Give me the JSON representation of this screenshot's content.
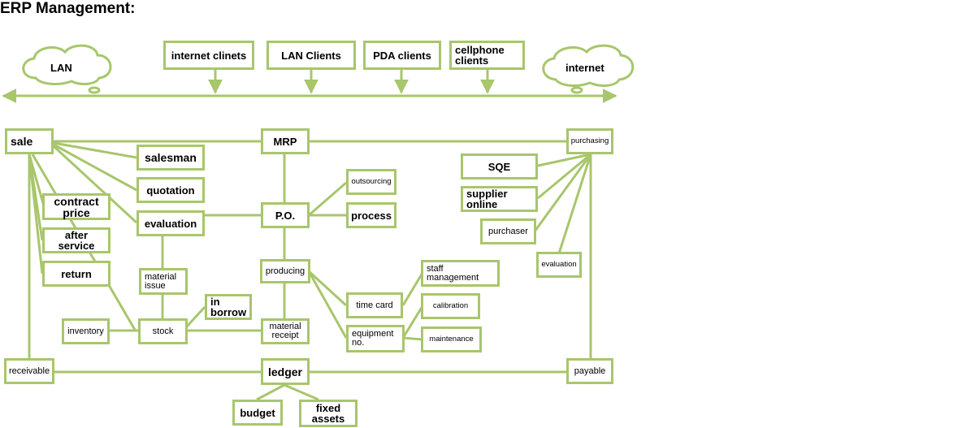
{
  "title": "ERP Management:",
  "network": {
    "clouds": {
      "lan": "LAN",
      "internet": "internet"
    },
    "clients": {
      "internet": "internet clinets",
      "lan": "LAN Clients",
      "pda": "PDA clients",
      "cellphone": "cellphone\nclients"
    }
  },
  "modules": {
    "sale": "sale",
    "salesman": "salesman",
    "quotation": "quotation",
    "evaluation_sale": "evaluation",
    "contract_price": "contract\nprice",
    "after_service": "after\nservice",
    "return": "return",
    "mrp": "MRP",
    "po": "P.O.",
    "outsourcing": "outsourcing",
    "process": "process",
    "producing": "producing",
    "material_issue": "material\nissue",
    "inventory": "inventory",
    "stock": "stock",
    "in_borrow": "in\nborrow",
    "material_receipt": "material\nreceipt",
    "time_card": "time card",
    "equipment_no": "equipment\nno.",
    "staff_management": "staff\nmanagement",
    "calibration": "calibration",
    "maintenance": "maintenance",
    "purchasing": "purchasing",
    "sqe": "SQE",
    "supplier_online": "supplier\nonline",
    "purchaser": "purchaser",
    "evaluation_purchase": "evaluation",
    "receivable": "receivable",
    "ledger": "ledger",
    "payable": "payable",
    "budget": "budget",
    "fixed_assets": "fixed\nassets"
  },
  "colors": {
    "line": "#a8c66c",
    "cloud": "#a8c66c",
    "text": "#000000"
  }
}
